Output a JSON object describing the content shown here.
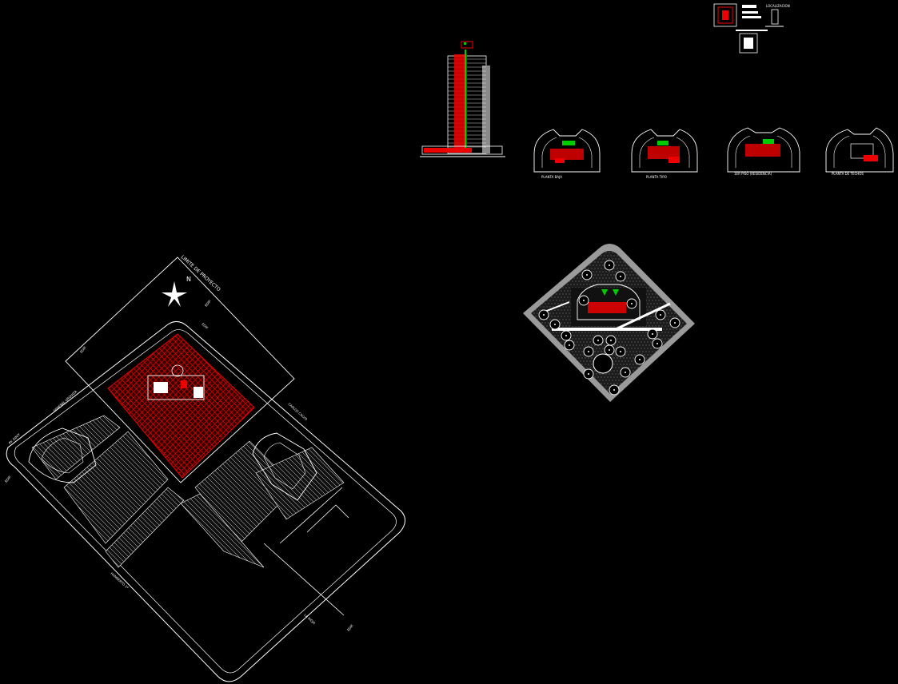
{
  "colors": {
    "background": "#000000",
    "line": "#ffffff",
    "hatch": "#e00000",
    "accent": "#00cc00",
    "gray": "#8a8a8a"
  },
  "site_plan": {
    "title": "LIMITE DE PROYECTO",
    "north_symbol": "N",
    "streets": [
      "CARLOS CALVO",
      "HUMBERTO 1º",
      "LA RIOJA",
      "GENERAL URQUIZA",
      "EDIF.",
      "AV. JUJUY",
      "EDIF."
    ],
    "labels": [
      "EDIF.",
      "EDIF.",
      "EDIF."
    ]
  },
  "floor_plans": {
    "captions": [
      "PLANTA BAJA",
      "PLANTA TIPO",
      "1ER PISO (RESIDENCIA)",
      "PLANTA DE TECHOS"
    ]
  },
  "title_block": {
    "labels": [
      "LOCALIZACION"
    ]
  }
}
